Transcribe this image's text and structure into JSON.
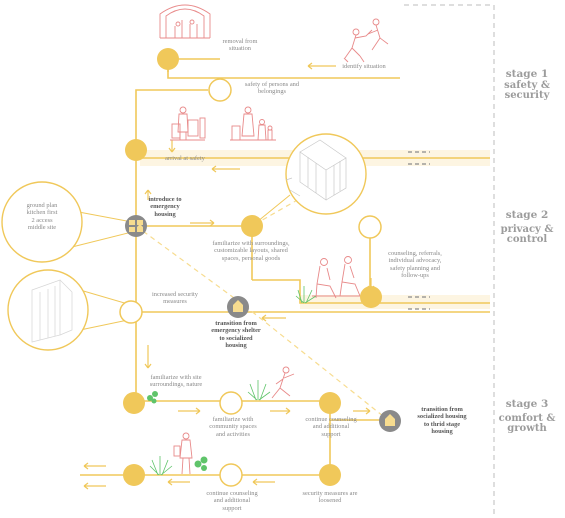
{
  "stages": [
    {
      "number": "stage 1",
      "name": "safety &\nsecurity"
    },
    {
      "number": "stage 2",
      "name": "privacy &\ncontrol"
    },
    {
      "number": "stage 3",
      "name": "comfort &\ngrowth"
    }
  ],
  "labels": {
    "removal": "removal from\nsituation",
    "identify": "identify situation",
    "safety_persons": "safety of persons and\nbelongings",
    "arrival": "arrival at safety",
    "introduce": "introduce to\nemergency\nhousing",
    "ground_plan": "ground plan\nkitchen first\n2 access\nmiddle site",
    "familiarize": "familiarize with surroundings,\ncustomizable layouts, shared\nspaces, personal goods",
    "counseling": "counseling, referrals,\nindividual advocacy,\nsafety planning and\nfollow-ups",
    "increased_security": "increased security\nmeasures",
    "transition_social": "transition from\nemergency shelter\nto socialized\nhousing",
    "familiarize_site": "familiarize with site\nsurroundings, nature",
    "community": "familiarize with\ncommunity spaces\nand activities",
    "continue_1": "continue counseling\nand additional\nsupport",
    "transition_third": "transition from\nsocialized housing\nto thrid stage\nhousing",
    "continue_2": "continue counseling\nand additional\nsupport",
    "security_loosened": "security measures are\nloosened"
  },
  "colors": {
    "path": "#f0c85a",
    "path_light": "#f7dc8f",
    "node": "#f0c85a",
    "band": "#fdf3dd",
    "figure": "#e88a8a",
    "house_node": "#8a8a8a",
    "plant": "#5fc46a",
    "text": "#8a8a8a",
    "stage_text": "#9c9c9c"
  },
  "icons": [
    "archway-icon",
    "running-figures-icon",
    "people-with-luggage-icon",
    "family-icon",
    "wall-sketch-icon",
    "house-icon",
    "seated-women-icon",
    "plant-icon",
    "runner-icon",
    "person-with-bag-icon"
  ]
}
